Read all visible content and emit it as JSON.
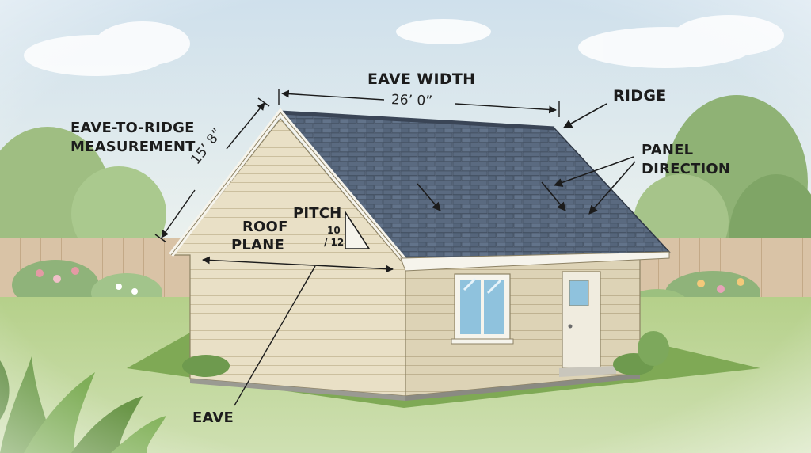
{
  "labels": {
    "eave_width": "EAVE WIDTH",
    "eave_width_value": "26’ 0”",
    "ridge": "RIDGE",
    "eave_to_ridge_line1": "EAVE-TO-RIDGE",
    "eave_to_ridge_line2": "MEASUREMENT",
    "eave_to_ridge_value": "15’ 8”",
    "panel_direction_line1": "PANEL",
    "panel_direction_line2": "DIRECTION",
    "pitch": "PITCH",
    "pitch_rise": "10",
    "pitch_run": "/ 12",
    "roof_plane_line1": "ROOF",
    "roof_plane_line2": "PLANE",
    "eave": "EAVE"
  },
  "colors": {
    "sky": "#dfeaf2",
    "lawn": "#9cc06a",
    "roof_shingles": "#56657a",
    "siding": "#e6dcc0",
    "trim": "#f6f4ec",
    "annotation_ink": "#1c1c1c"
  }
}
